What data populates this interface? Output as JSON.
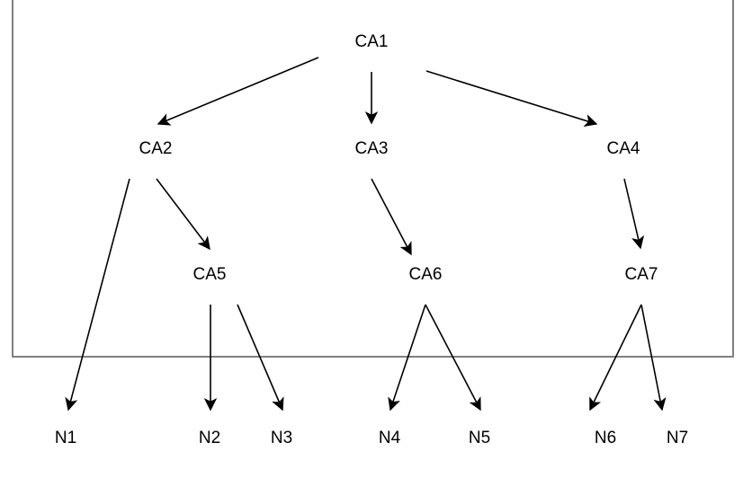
{
  "nodes": {
    "ca1": "CA1",
    "ca2": "CA2",
    "ca3": "CA3",
    "ca4": "CA4",
    "ca5": "CA5",
    "ca6": "CA6",
    "ca7": "CA7",
    "n1": "N1",
    "n2": "N2",
    "n3": "N3",
    "n4": "N4",
    "n5": "N5",
    "n6": "N6",
    "n7": "N7"
  },
  "edges": [
    [
      "ca1",
      "ca2"
    ],
    [
      "ca1",
      "ca3"
    ],
    [
      "ca1",
      "ca4"
    ],
    [
      "ca2",
      "n1"
    ],
    [
      "ca2",
      "ca5"
    ],
    [
      "ca3",
      "ca6"
    ],
    [
      "ca4",
      "ca7"
    ],
    [
      "ca5",
      "n2"
    ],
    [
      "ca5",
      "n3"
    ],
    [
      "ca6",
      "n4"
    ],
    [
      "ca6",
      "n5"
    ],
    [
      "ca7",
      "n6"
    ],
    [
      "ca7",
      "n7"
    ]
  ],
  "colors": {
    "line": "#000000",
    "frame": "#7f7f7f",
    "background": "#ffffff"
  }
}
